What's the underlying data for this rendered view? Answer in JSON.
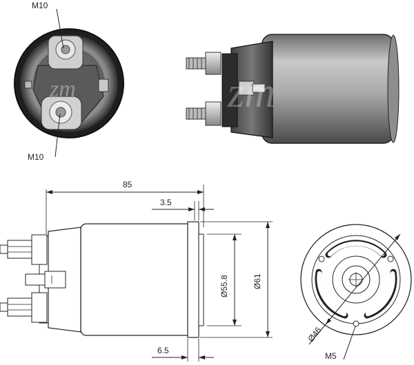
{
  "labels": {
    "photo_end_top_thread": "M10",
    "photo_end_bottom_thread": "M10",
    "dim_overall_length": "85",
    "dim_flange_offset": "3.5",
    "dim_flange_thickness": "6.5",
    "dim_body_inner_diameter": "Ø55.8",
    "dim_body_outer_diameter": "Ø61",
    "dim_bolt_circle": "Ø46",
    "dim_mount_screw": "M5"
  },
  "colors": {
    "metal_light": "#d8d8d8",
    "metal_mid": "#9a9a9a",
    "metal_dark": "#3a3a3a",
    "line": "#222222",
    "background": "#ffffff"
  }
}
